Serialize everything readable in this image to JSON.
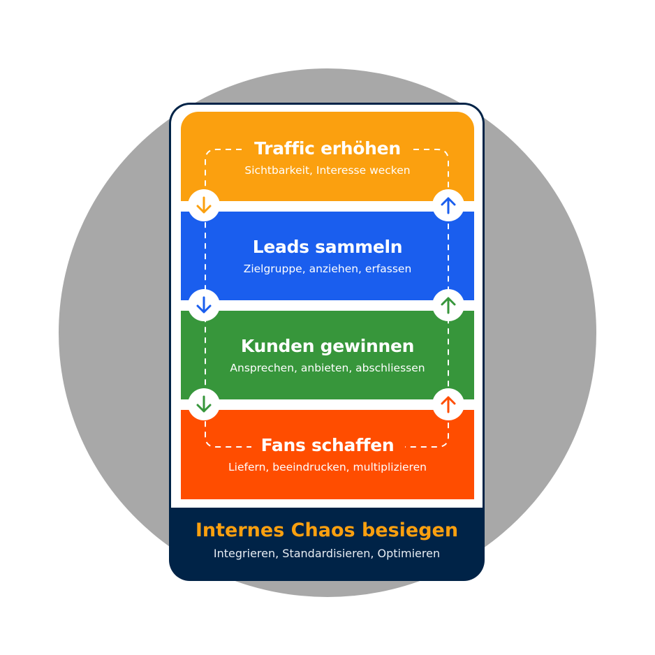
{
  "stages": [
    {
      "title": "Traffic erhöhen",
      "subtitle": "Sichtbarkeit, Interesse wecken",
      "color": "#fba00f"
    },
    {
      "title": "Leads sammeln",
      "subtitle": "Zielgruppe, anziehen, erfassen",
      "color": "#1a5eee"
    },
    {
      "title": "Kunden gewinnen",
      "subtitle": "Ansprechen, anbieten, abschliessen",
      "color": "#37963b"
    },
    {
      "title": "Fans schaffen",
      "subtitle": "Liefern, beeindrucken, multiplizieren",
      "color": "#ff4d00"
    }
  ],
  "footer": {
    "title": "Internes Chaos besiegen",
    "subtitle": "Integrieren, Standardisieren, Optimieren",
    "color": "#002347",
    "accent": "#fba00f"
  },
  "icons": {
    "down": "arrow-down-icon",
    "up": "arrow-up-icon"
  }
}
